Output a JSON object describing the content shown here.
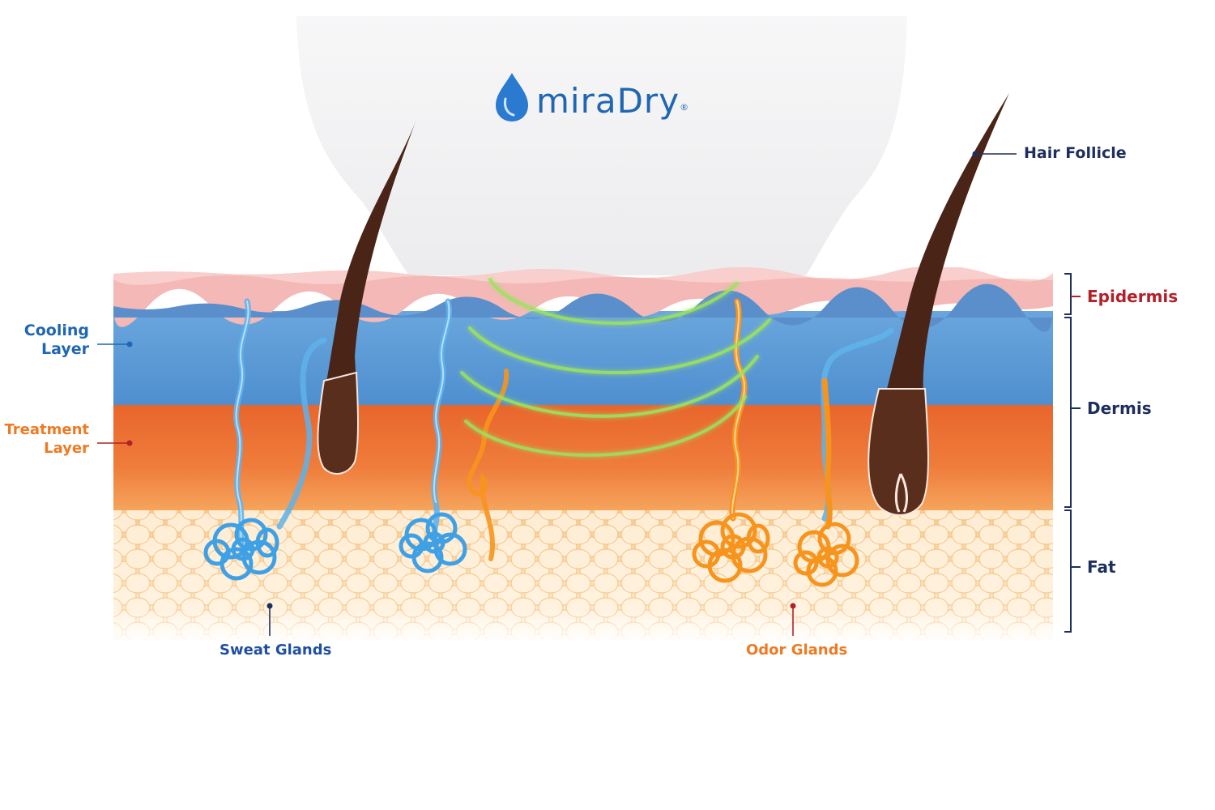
{
  "brand": {
    "name": "miraDry",
    "registered_mark": "®",
    "color": "#1f66b3"
  },
  "labels": {
    "hair_follicle": "Hair Follicle",
    "epidermis": "Epidermis",
    "dermis": "Dermis",
    "fat": "Fat",
    "cooling_layer_line1": "Cooling",
    "cooling_layer_line2": "Layer",
    "treatment_layer_line1": "Treatment",
    "treatment_layer_line2": "Layer",
    "sweat_glands": "Sweat Glands",
    "odor_glands": "Odor Glands"
  },
  "colors": {
    "epidermis": "#f3b7b5",
    "cooling_layer": "#6fa7dc",
    "treatment_layer": "#ec7a3d",
    "fat": "#fbd9a4",
    "hair": "#4a2417",
    "sweat_gland": "#5fb2ea",
    "odor_gland": "#f7941d",
    "energy_wave": "#9be25f",
    "label_dark": "#1d2f5c",
    "label_red": "#b22028",
    "label_blue": "#1f66b3",
    "label_orange": "#ee7a23"
  }
}
